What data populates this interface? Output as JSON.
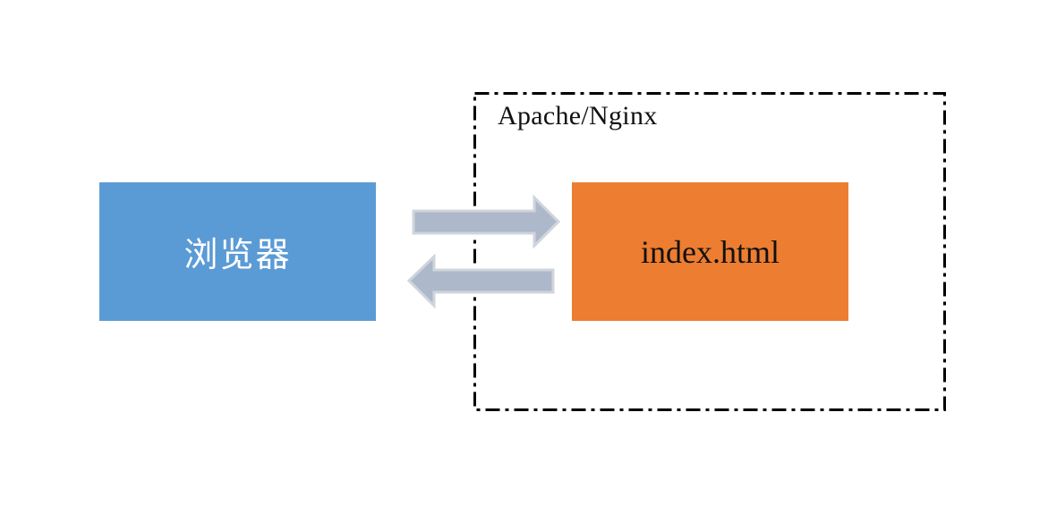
{
  "diagram": {
    "browser_label": "浏览器",
    "server_label": "Apache/Nginx",
    "file_label": "index.html"
  },
  "colors": {
    "browser_fill": "#5b9bd5",
    "file_fill": "#ed7d31",
    "arrow_fill": "#adb9ca",
    "arrow_stroke": "#d0d5dc",
    "frame_stroke": "#000000"
  },
  "arrows": [
    {
      "direction": "right",
      "from": "browser",
      "to": "index.html"
    },
    {
      "direction": "left",
      "from": "index.html",
      "to": "browser"
    }
  ]
}
